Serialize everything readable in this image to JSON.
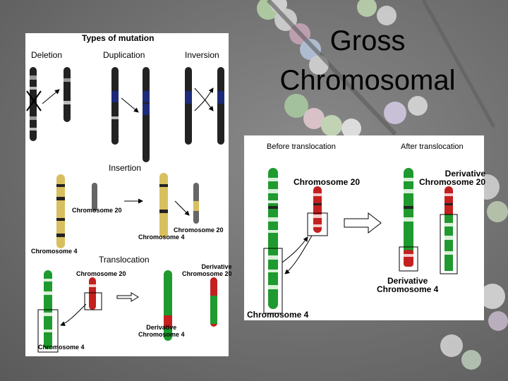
{
  "slide": {
    "title_line1": "Gross",
    "title_line2": "Chromosomal"
  },
  "left_panel": {
    "heading": "Types of mutation",
    "deletion_label": "Deletion",
    "duplication_label": "Duplication",
    "inversion_label": "Inversion",
    "insertion_label": "Insertion",
    "insertion_chr20_label": "Chromosome 20",
    "insertion_chr20_after_label": "Chromosome 20",
    "insertion_chr4_after_label": "Chromosome 4",
    "insertion_chr4_label": "Chromosome 4",
    "translocation_label": "Translocation",
    "trans_chr20_label": "Chromosome 20",
    "trans_deriv20_label": "Derivative\nChromosome 20",
    "trans_deriv4_label": "Derivative\nChromosome 4",
    "trans_chr4_label": "Chromosome 4"
  },
  "right_panel": {
    "before_label": "Before translocation",
    "after_label": "After translocation",
    "chr20_label": "Chromosome 20",
    "deriv20_label": "Derivative\nChromosome 20",
    "deriv4_label": "Derivative\nChromosome 4",
    "chr4_label": "Chromosome 4"
  },
  "colors": {
    "background": "#6f6f6f",
    "panel": "#ffffff",
    "navy": "#1c2a78",
    "gold": "#d8c060",
    "green": "#1f9a2f",
    "red": "#c42020"
  }
}
